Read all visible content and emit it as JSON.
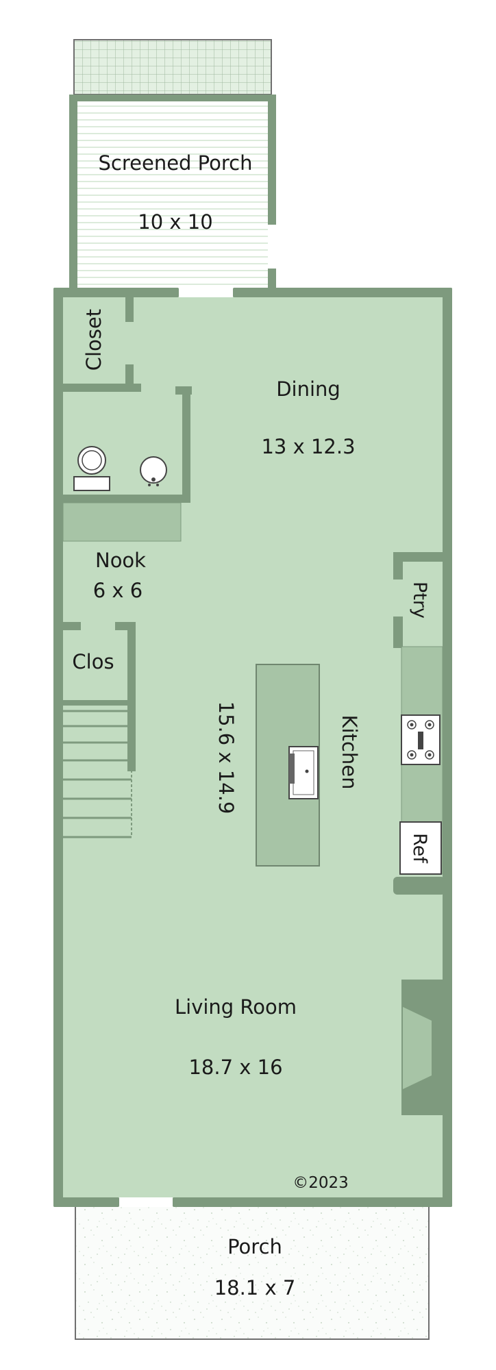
{
  "rooms": {
    "screened_porch": {
      "name": "Screened Porch",
      "dims": "10 x 10"
    },
    "closet": {
      "name": "Closet"
    },
    "dining": {
      "name": "Dining",
      "dims": "13 x 12.3"
    },
    "nook": {
      "name": "Nook",
      "dims": "6 x 6"
    },
    "clos": {
      "name": "Clos"
    },
    "pantry": {
      "name": "Ptry"
    },
    "kitchen": {
      "name": "Kitchen",
      "dims": "15.6 x 14.9"
    },
    "refrigerator": {
      "name": "Ref"
    },
    "living_room": {
      "name": "Living Room",
      "dims": "18.7 x 16"
    },
    "porch": {
      "name": "Porch",
      "dims": "18.1 x 7"
    }
  },
  "copyright": "©2023",
  "colors": {
    "floor": "#c2dcc1",
    "wall": "#7e9a7e",
    "counter": "#a7c4a6",
    "outline": "#666666"
  }
}
